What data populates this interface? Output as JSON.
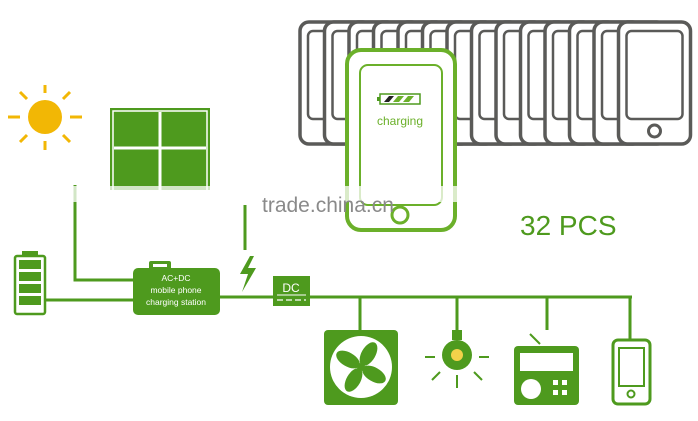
{
  "colors": {
    "green": "#4e9a1e",
    "sun": "#f2b705",
    "phone_outline": "#5a5a58",
    "watermark": "#8a8a8a"
  },
  "station": {
    "line1": "AC+DC",
    "line2": "mobile phone",
    "line3": "charging station"
  },
  "dc_box": {
    "label": "DC"
  },
  "phone_screen": {
    "status": "charging",
    "battery_level": 0.75
  },
  "phone_count": {
    "label": "32 PCS"
  },
  "watermark": "trade.china.cn",
  "icons": [
    "sun-icon",
    "solar-panel-icon",
    "battery-icon",
    "lightning-icon",
    "fan-icon",
    "light-bulb-icon",
    "radio-icon",
    "mobile-phone-icon"
  ]
}
